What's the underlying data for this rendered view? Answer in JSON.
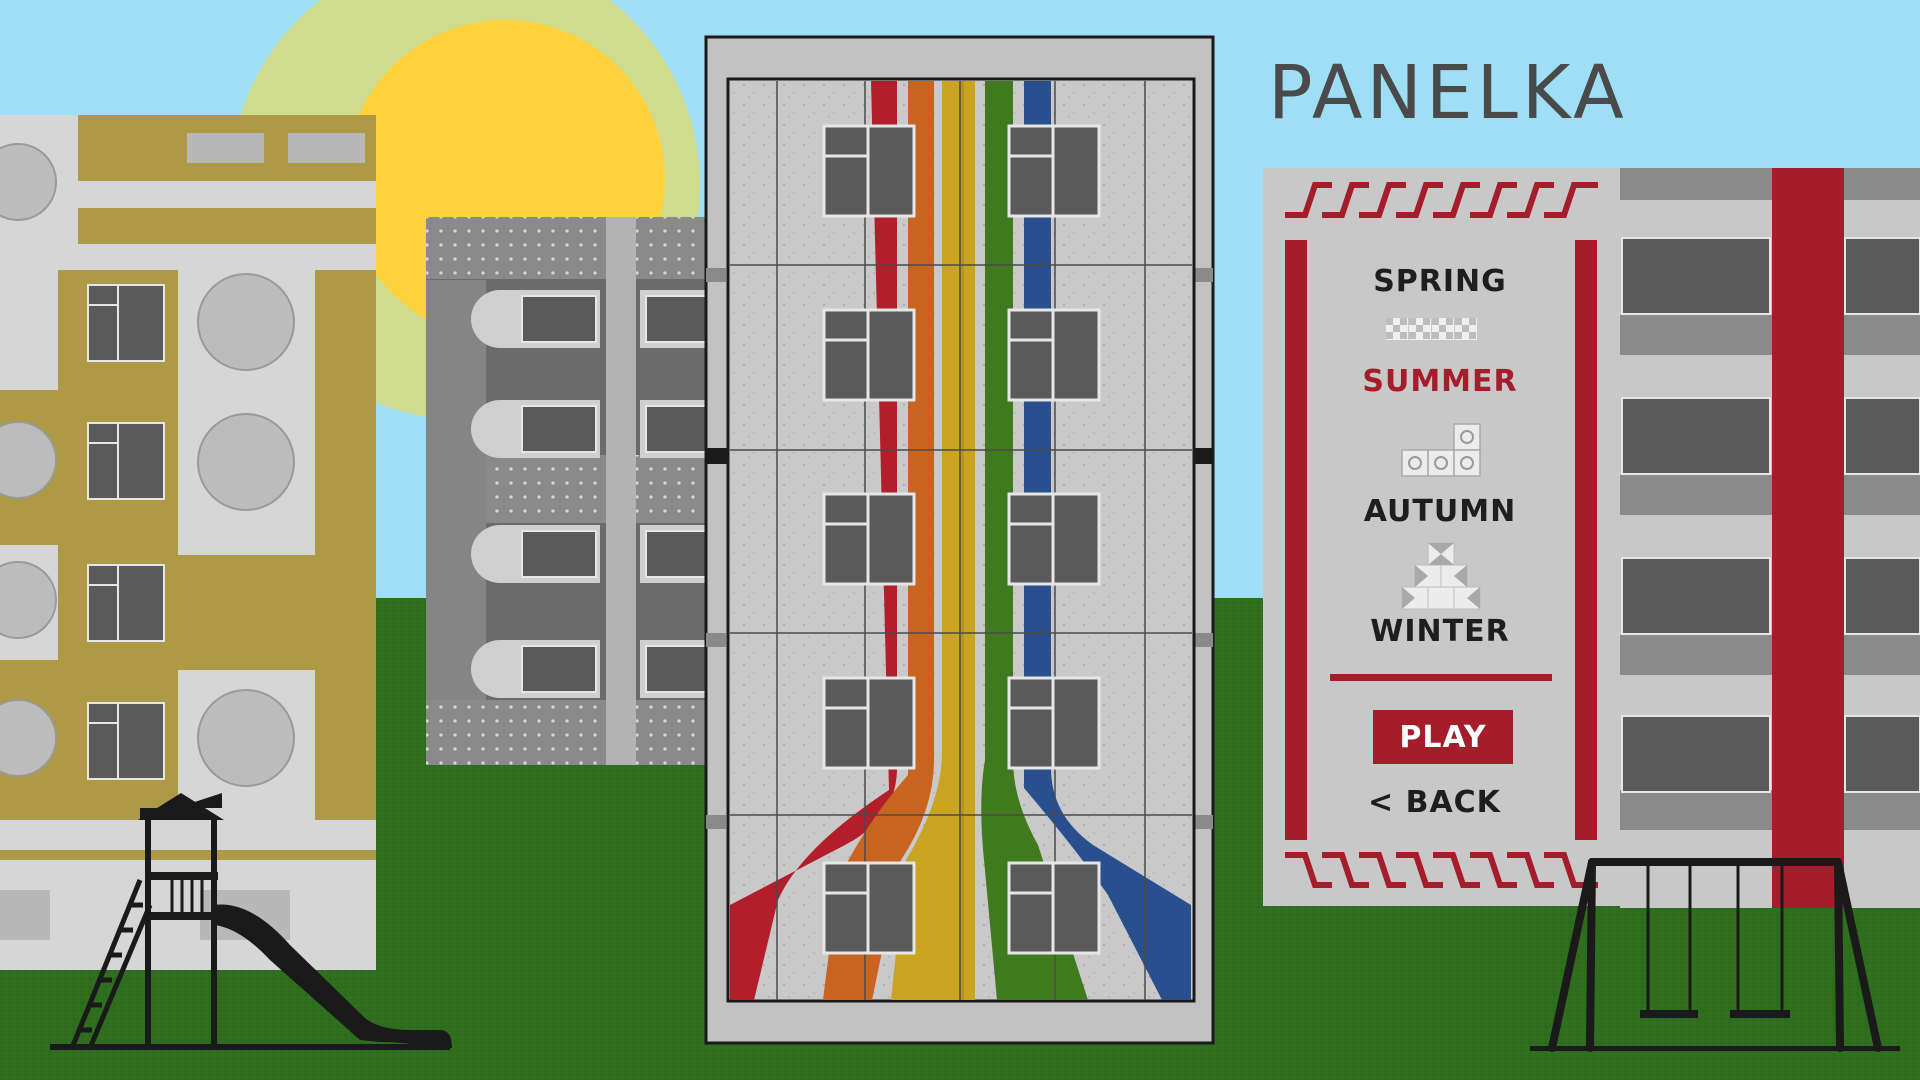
{
  "game": {
    "title": "PANELKA"
  },
  "menu": {
    "seasons": [
      {
        "label": "SPRING",
        "selected": false
      },
      {
        "label": "SUMMER",
        "selected": true
      },
      {
        "label": "AUTUMN",
        "selected": false
      },
      {
        "label": "WINTER",
        "selected": false
      }
    ],
    "play_label": "PLAY",
    "back_label": "< BACK"
  },
  "colors": {
    "sky": "#9fdff5",
    "sun": "#ffd23c",
    "sun_halo": "#cfdc8e",
    "grass": "#2f6e1f",
    "accent": "#a51c2b",
    "tower_lanes": [
      "#b21f2a",
      "#c8641f",
      "#c9a322",
      "#3f7a1e",
      "#294f8e"
    ]
  },
  "icons": {
    "spring": "checker-pattern-icon",
    "summer": "circle-blocks-icon",
    "autumn": "triangle-blocks-icon"
  }
}
